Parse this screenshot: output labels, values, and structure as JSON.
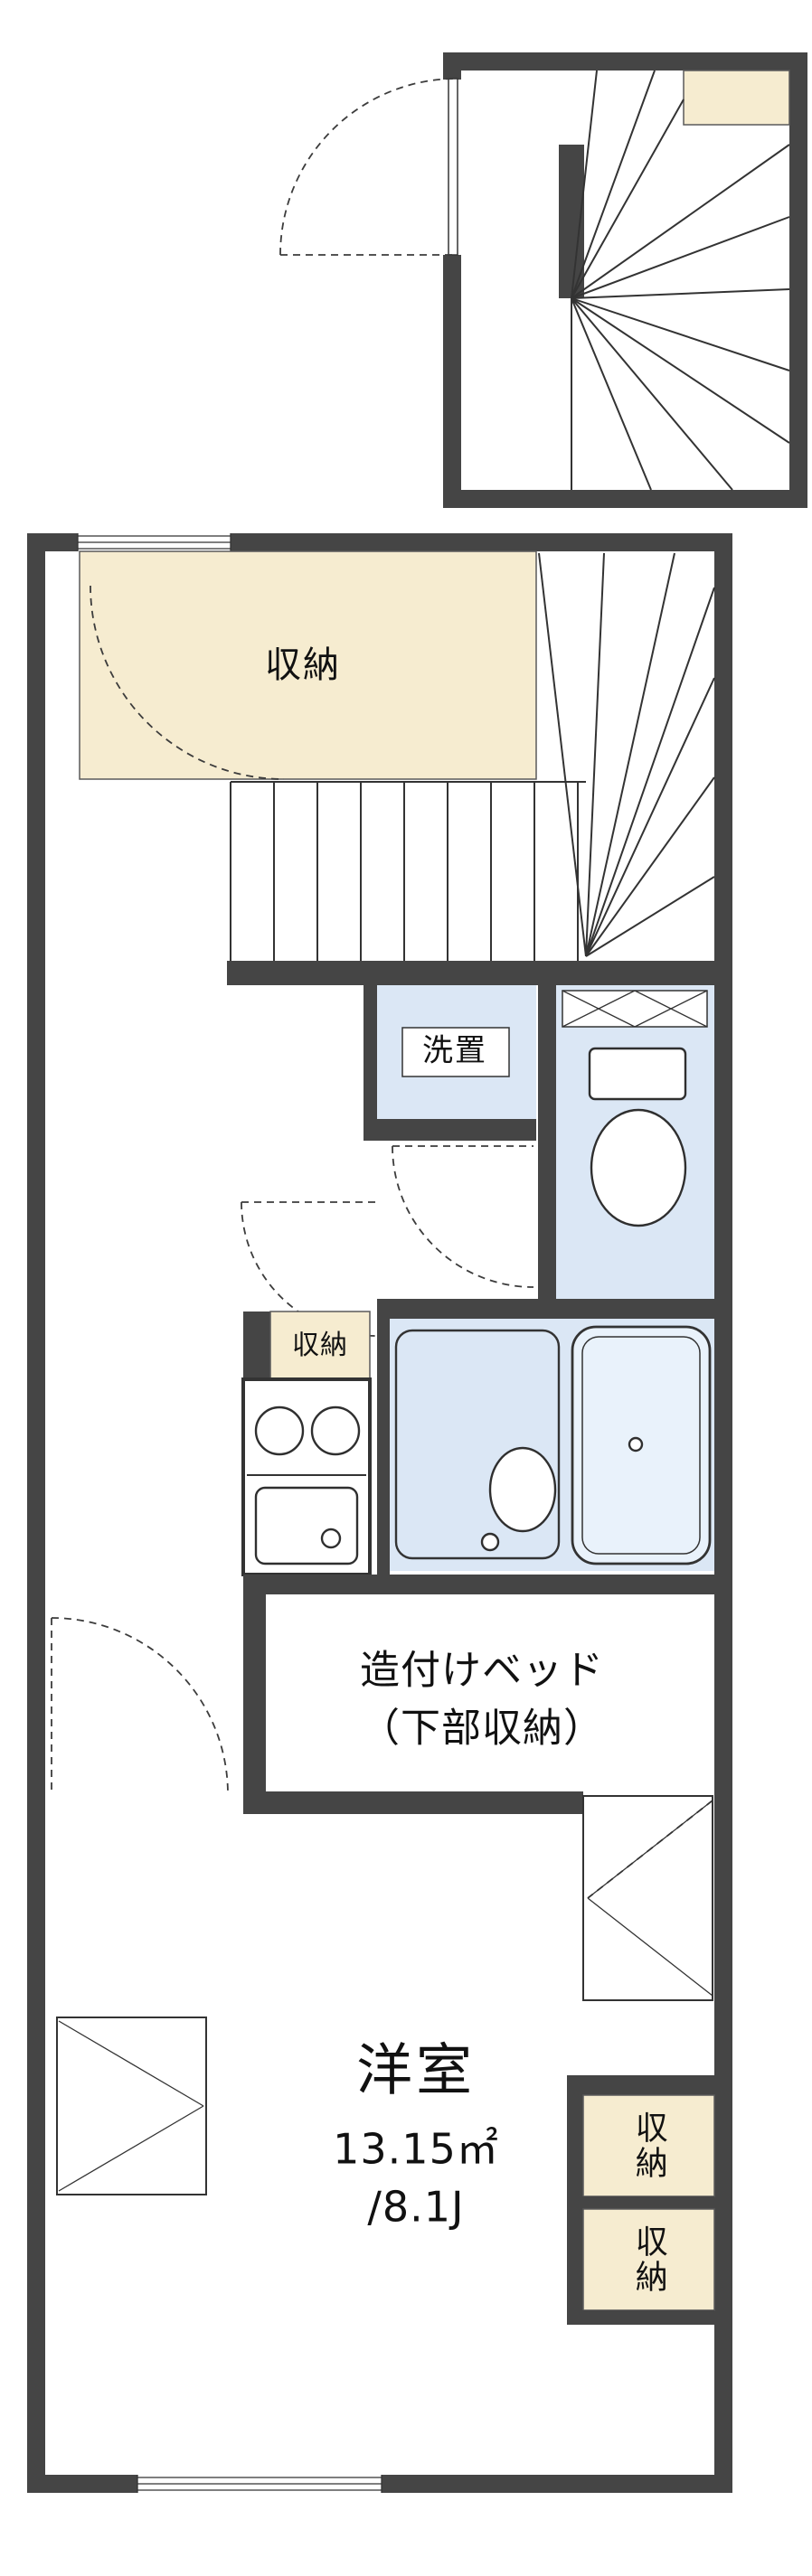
{
  "floor_plan": {
    "colors": {
      "wall": "#454545",
      "closet_fill": "#f6ecd0",
      "wet_area_fill": "#dbe7f5",
      "tub_fill": "#e9f2fb",
      "line": "#333333"
    },
    "labels": {
      "closet_top": "収納",
      "laundry": "洗置",
      "closet_mid": "収納",
      "bed_line1": "造付けベッド",
      "bed_line2": "（下部収納）",
      "room_name": "洋室",
      "room_area_m2": "13.15㎡",
      "room_area_jo": "/8.1J",
      "closet_right_upper": "収納",
      "closet_right_lower": "収納"
    }
  }
}
